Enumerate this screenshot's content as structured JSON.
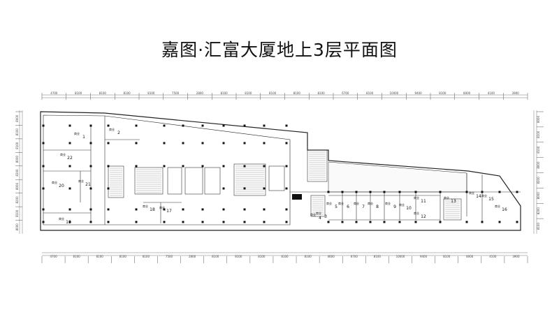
{
  "title": "嘉图·汇富大厦地上3层平面图",
  "dimensions": {
    "top": [
      "4700",
      "8100",
      "8100",
      "8100",
      "8100",
      "7500",
      "2800",
      "8100",
      "8100",
      "8100",
      "8100",
      "8100",
      "6700",
      "8100",
      "10000",
      "9400",
      "8100",
      "8000",
      "4100",
      "3900"
    ],
    "bottom": [
      "4700",
      "8100",
      "8100",
      "8100",
      "8100",
      "7500",
      "2800",
      "8100",
      "8100",
      "8100",
      "8100",
      "8100",
      "4600",
      "6700",
      "8100",
      "10000",
      "9400",
      "8100",
      "8000",
      "4100",
      "3900"
    ],
    "left": [
      "8000",
      "8100",
      "8100",
      "8000",
      "8200",
      "8000",
      "8200",
      "8100",
      "8000"
    ],
    "right": [
      "8000",
      "8100",
      "8100",
      "8000",
      "8200",
      "8000",
      "8200",
      "8100"
    ]
  },
  "units": [
    "1",
    "2",
    "3",
    "4",
    "5",
    "6",
    "7",
    "8",
    "9",
    "10",
    "11",
    "12",
    "13",
    "14",
    "15",
    "16",
    "17",
    "18",
    "19",
    "20",
    "21",
    "22"
  ],
  "room_label": "商业"
}
